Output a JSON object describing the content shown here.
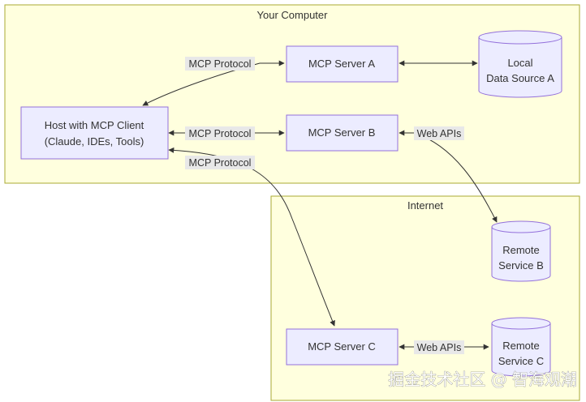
{
  "clusters": {
    "computer": "Your Computer",
    "internet": "Internet"
  },
  "nodes": {
    "host_line1": "Host with MCP Client",
    "host_line2": "(Claude, IDEs, Tools)",
    "server_a": "MCP Server A",
    "server_b": "MCP Server B",
    "server_c": "MCP Server C",
    "local_ds_line1": "Local",
    "local_ds_line2": "Data Source A",
    "remote_b_line1": "Remote",
    "remote_b_line2": "Service B",
    "remote_c_line1": "Remote",
    "remote_c_line2": "Service C"
  },
  "edge_labels": {
    "host_a": "MCP Protocol",
    "host_b": "MCP Protocol",
    "host_c": "MCP Protocol",
    "b_remote": "Web APIs",
    "c_remote": "Web APIs"
  },
  "watermark": "掘金技术社区 @ 智海观潮"
}
